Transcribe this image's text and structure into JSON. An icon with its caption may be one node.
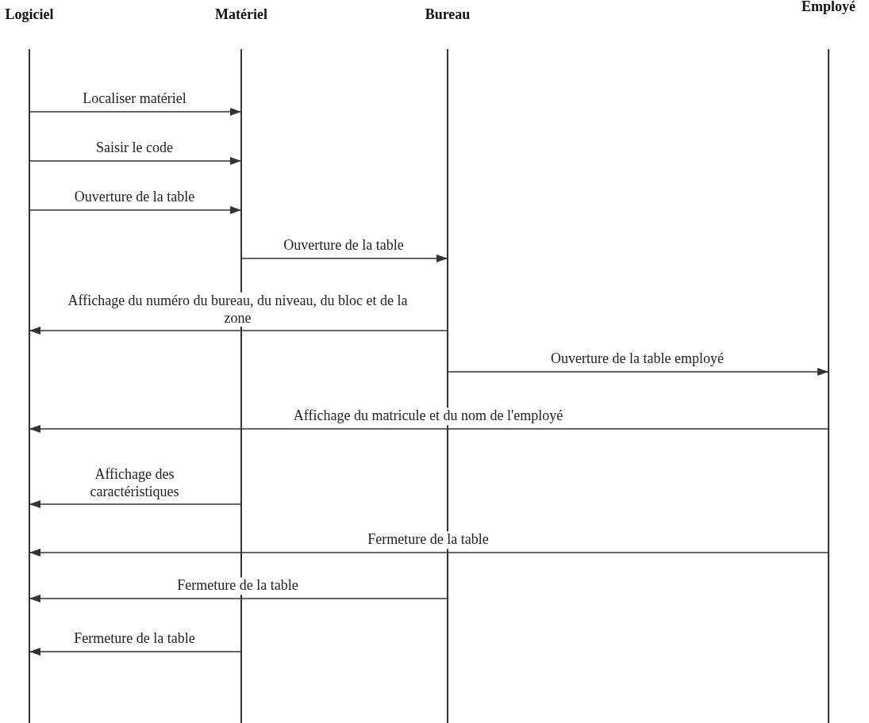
{
  "diagram": {
    "nodes": [
      {
        "text": [
          "Logiciel"
        ]
      },
      {
        "text": [
          "Matériel"
        ]
      },
      {
        "text": [
          "Bureau"
        ]
      },
      {
        "text": [
          "Employé"
        ]
      }
    ],
    "edges": [
      {
        "from": 0,
        "to": 1,
        "arrow": "to",
        "label": "Localiser matériel"
      },
      {
        "from": 0,
        "to": 1,
        "arrow": "to",
        "label": "Saisir le code"
      },
      {
        "from": 0,
        "to": 1,
        "arrow": "to",
        "label": "Ouverture de la table"
      },
      {
        "from": 1,
        "to": 2,
        "arrow": "to",
        "label": "Ouverture de la table"
      },
      {
        "from": 2,
        "to": 0,
        "arrow": "to",
        "label": "Affichage du numéro du bureau, du niveau, du bloc et de la zone"
      },
      {
        "from": 2,
        "to": 3,
        "arrow": "to",
        "label": "Ouverture de la table employé"
      },
      {
        "from": 3,
        "to": 0,
        "arrow": "to",
        "label": "Affichage du matricule et du nom de l'employé"
      },
      {
        "from": 1,
        "to": 0,
        "arrow": "to",
        "label": "Affichage des caractéristiques"
      },
      {
        "from": 3,
        "to": 0,
        "arrow": "to",
        "label": "Fermeture de la table"
      },
      {
        "from": 2,
        "to": 0,
        "arrow": "to",
        "label": "Fermeture de la table"
      },
      {
        "from": 1,
        "to": 0,
        "arrow": "to",
        "label": "Fermeture de la table"
      }
    ]
  }
}
